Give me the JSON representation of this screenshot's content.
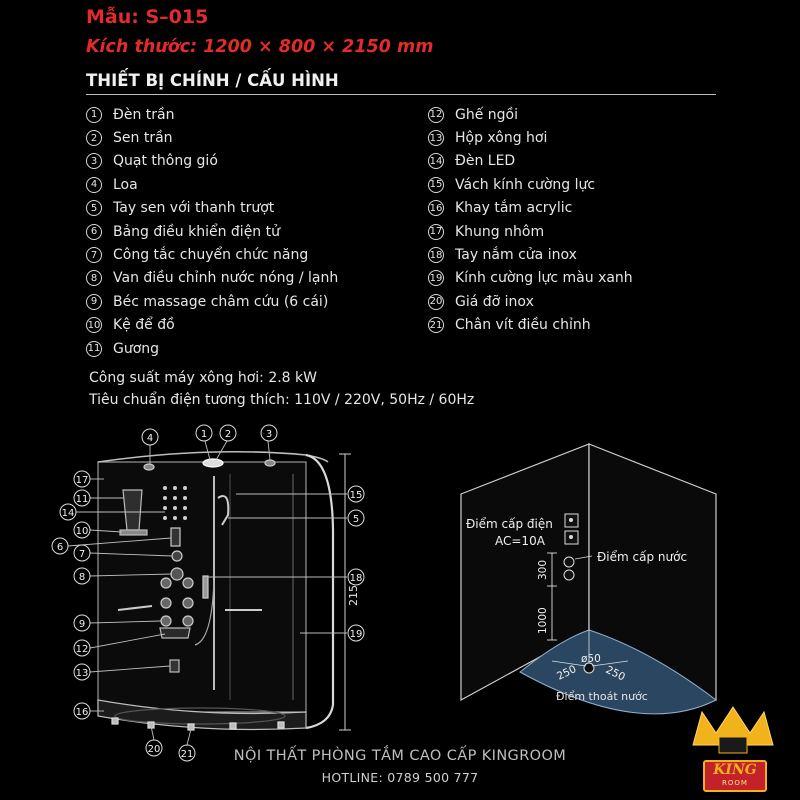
{
  "header": {
    "model": "Mẫu: S–015",
    "dimensions": "Kích thước: 1200 × 800 × 2150 mm",
    "section_title": "THIẾT BỊ CHÍNH / CẤU HÌNH"
  },
  "parts_left": [
    {
      "num": "1",
      "label": "Đèn trần"
    },
    {
      "num": "2",
      "label": "Sen trần"
    },
    {
      "num": "3",
      "label": "Quạt thông gió"
    },
    {
      "num": "4",
      "label": "Loa"
    },
    {
      "num": "5",
      "label": "Tay sen với thanh trượt"
    },
    {
      "num": "6",
      "label": "Bảng điều khiển điện tử"
    },
    {
      "num": "7",
      "label": "Công tắc chuyển chức năng"
    },
    {
      "num": "8",
      "label": "Van điều chỉnh nước nóng / lạnh"
    },
    {
      "num": "9",
      "label": "Béc massage châm cứu (6 cái)"
    },
    {
      "num": "10",
      "label": "Kệ để đồ"
    },
    {
      "num": "11",
      "label": "Gương"
    }
  ],
  "parts_right": [
    {
      "num": "12",
      "label": "Ghế ngồi"
    },
    {
      "num": "13",
      "label": "Hộp xông hơi"
    },
    {
      "num": "14",
      "label": "Đèn LED"
    },
    {
      "num": "15",
      "label": "Vách kính cường lực"
    },
    {
      "num": "16",
      "label": "Khay tắm acrylic"
    },
    {
      "num": "17",
      "label": "Khung nhôm"
    },
    {
      "num": "18",
      "label": "Tay nắm cửa inox"
    },
    {
      "num": "19",
      "label": "Kính cường lực màu xanh"
    },
    {
      "num": "20",
      "label": "Giá đỡ inox"
    },
    {
      "num": "21",
      "label": "Chân vít điều chỉnh"
    }
  ],
  "specs": {
    "power": "Công suất máy xông hơi: 2.8 kW",
    "electric_standard": "Tiêu chuẩn điện tương thích: 110V / 220V, 50Hz / 60Hz"
  },
  "diagram": {
    "height_label": "2150",
    "callouts": {
      "c1": "1",
      "c2": "2",
      "c3": "3",
      "c4": "4",
      "c5": "5",
      "c6": "6",
      "c7": "7",
      "c8": "8",
      "c9": "9",
      "c10": "10",
      "c11": "11",
      "c12": "12",
      "c13": "13",
      "c14": "14",
      "c15": "15",
      "c16": "16",
      "c17": "17",
      "c18": "18",
      "c19": "19",
      "c20": "20",
      "c21": "21"
    }
  },
  "install": {
    "power_point": "Điểm cấp điện",
    "power_rating": "AC=10A",
    "water_point": "Điểm cấp nước",
    "dim_300": "300",
    "dim_1000": "1000",
    "dim_250_left": "250",
    "dim_250_right": "250",
    "drain_diameter": "ø50",
    "drain_point": "Điểm thoát nước"
  },
  "footer": {
    "company": "NỘI THẤT PHÒNG TẮM CAO CẤP KINGROOM",
    "hotline": "HOTLINE: 0789 500 777",
    "logo_text": "KING",
    "logo_sub": "ROOM"
  },
  "colors": {
    "accent_red": "#e42b2b",
    "background": "#000000",
    "text": "#e6e6e6",
    "logo_gold": "#f2b21c"
  }
}
